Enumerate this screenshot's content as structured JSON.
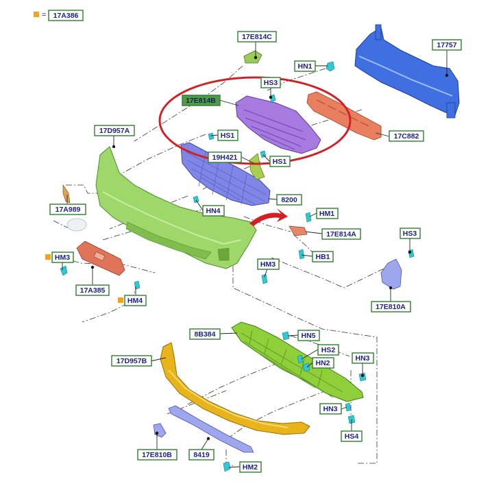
{
  "legend": {
    "marker_color": "#f5a31a",
    "equals": "=",
    "code": "17A386"
  },
  "highlight": {
    "color": "#d32026"
  },
  "labels": {
    "p17E814C": "17E814C",
    "p17757": "17757",
    "HN1": "HN1",
    "HS3_top": "HS3",
    "p17E814B": "17E814B",
    "p17C882": "17C882",
    "p17D957A": "17D957A",
    "HS1_a": "HS1",
    "p19H421": "19H421",
    "HS1_b": "HS1",
    "p8200": "8200",
    "p17A989": "17A989",
    "HN4": "HN4",
    "HM1": "HM1",
    "p17E814A": "17E814A",
    "HB1": "HB1",
    "HS3_right": "HS3",
    "HM3_left": "HM3",
    "HM3_center": "HM3",
    "p17A385": "17A385",
    "HM4": "HM4",
    "p17E810A": "17E810A",
    "p8B384": "8B384",
    "HN5": "HN5",
    "p17D957B": "17D957B",
    "HS2": "HS2",
    "HN2": "HN2",
    "HN3_right": "HN3",
    "HN3_lower": "HN3",
    "HS4": "HS4",
    "p17E810B": "17E810B",
    "p8419": "8419",
    "HM2": "HM2"
  },
  "parts": {
    "bumper_cover_color": "#9fd86a",
    "upper_grille_color": "#a77ae0",
    "lower_grille_color": "#8086e6",
    "reinforcement_color": "#3f6fe0",
    "absorber_color": "#e88060",
    "lower_spoiler_color": "#e8b41c",
    "skid_plate_color": "#8fcf3a",
    "bracket_color": "#9ea6ee"
  }
}
